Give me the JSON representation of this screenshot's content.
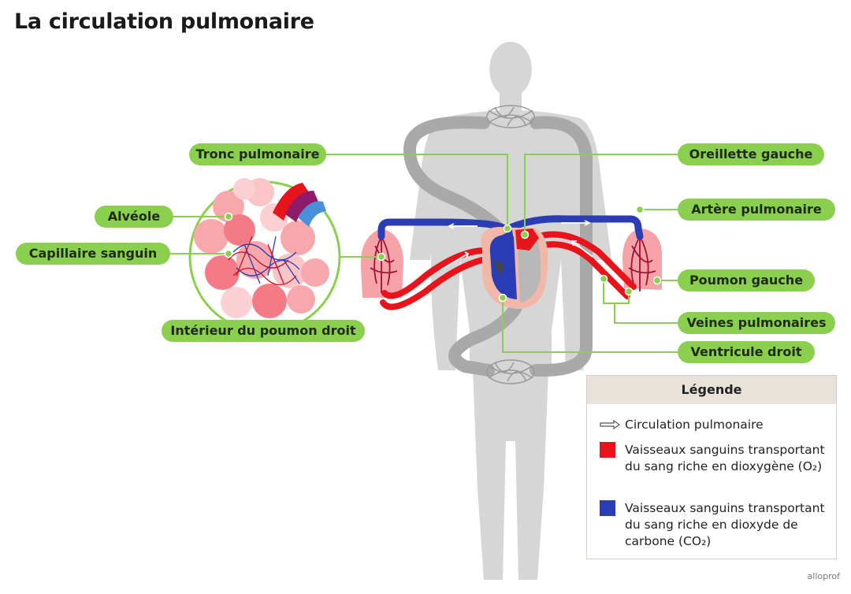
{
  "title": "La circulation pulmonaire",
  "labels": {
    "tronc_pulmonaire": "Tronc pulmonaire",
    "alveole": "Alvéole",
    "capillaire_sanguin": "Capillaire sanguin",
    "interieur_poumon_droit": "Intérieur du poumon droit",
    "oreillette_gauche": "Oreillette gauche",
    "artere_pulmonaire": "Artère pulmonaire",
    "poumon_gauche": "Poumon gauche",
    "veines_pulmonaires": "Veines pulmonaires",
    "ventricule_droit": "Ventricule droit"
  },
  "legend": {
    "heading": "Légende",
    "arrow_item": "Circulation pulmonaire",
    "red_item": "Vaisseaux sanguins transportant du sang riche en dioxygène (O₂)",
    "blue_item": "Vaisseaux sanguins transportant du sang riche en dioxyde de carbone (CO₂)"
  },
  "colors": {
    "oxygen_rich": "#e8141c",
    "co2_rich": "#2a3db5",
    "label_bg": "#8bcf4f",
    "body": "#d4d4d4"
  },
  "watermark": "alloprof"
}
